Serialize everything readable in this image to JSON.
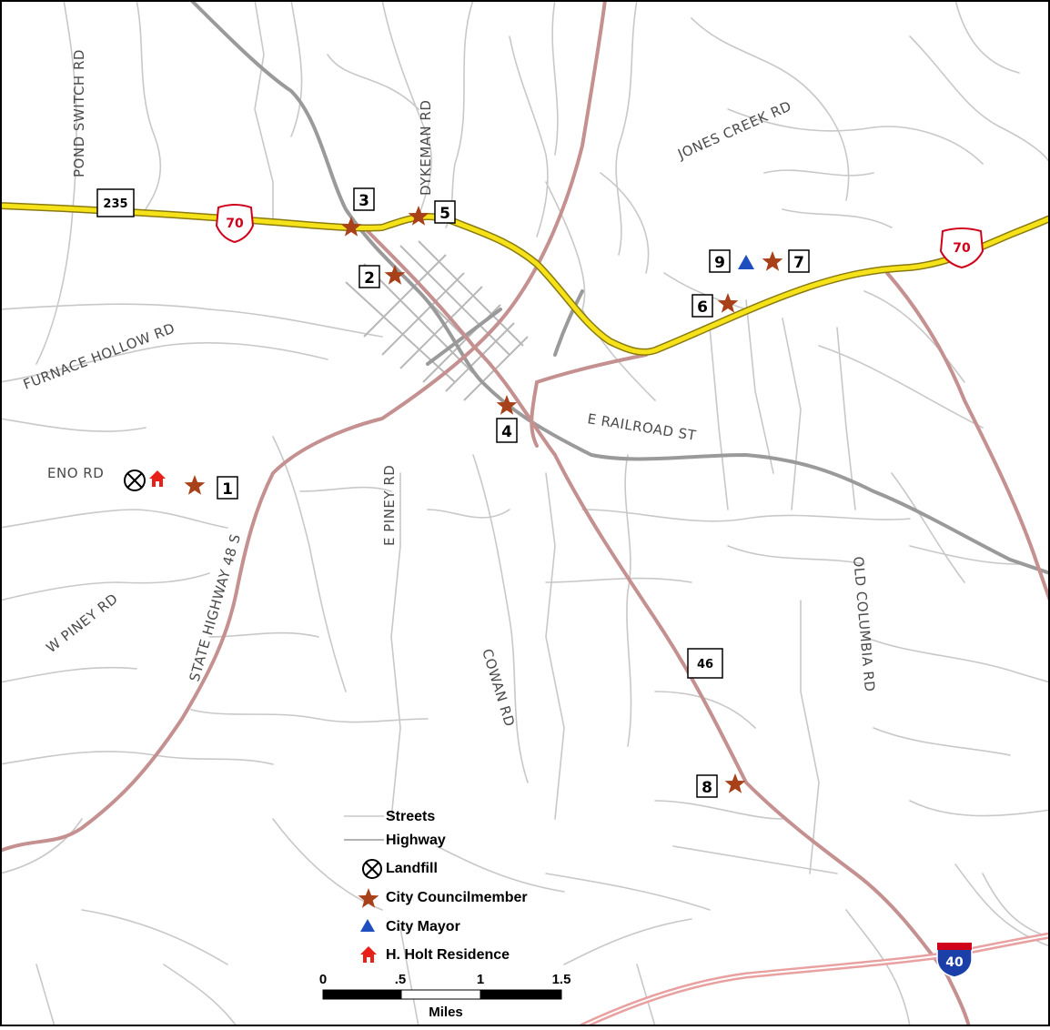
{
  "map": {
    "road_labels": {
      "pond_switch": "POND SWITCH RD",
      "dykeman": "DYKEMAN RD",
      "jones_creek": "JONES CREEK RD",
      "furnace_hollow": "FURNACE HOLLOW RD",
      "eno": "ENO RD",
      "e_railroad": "E RAILROAD ST",
      "e_piney": "E PINEY RD",
      "w_piney": "W PINEY RD",
      "state_hwy_48": "STATE HIGHWAY 48 S",
      "cowan": "COWAN RD",
      "old_columbia": "OLD COLUMBIA RD"
    },
    "shields": {
      "sr235": "235",
      "us70_west": "70",
      "us70_east": "70",
      "sr46": "46",
      "i40": "40"
    },
    "markers": [
      {
        "label": "1",
        "type": "City Councilmember"
      },
      {
        "label": "2",
        "type": "City Councilmember"
      },
      {
        "label": "3",
        "type": "City Councilmember"
      },
      {
        "label": "4",
        "type": "City Councilmember"
      },
      {
        "label": "5",
        "type": "City Councilmember"
      },
      {
        "label": "6",
        "type": "City Councilmember"
      },
      {
        "label": "7",
        "type": "City Councilmember"
      },
      {
        "label": "8",
        "type": "City Councilmember"
      },
      {
        "label": "9",
        "type": "City Mayor"
      }
    ],
    "colors": {
      "councilmember": "#a8401a",
      "mayor": "#1f4fbf",
      "residence": "#e8201a",
      "highway_main": "#f5e219",
      "state_route": "#c49090",
      "interstate": "#e8a0a0",
      "streets": "#c8c8c8",
      "railroad": "#9a9a9a"
    }
  },
  "legend": {
    "streets": "Streets",
    "highway": "Highway",
    "landfill": "Landfill",
    "councilmember": "City Councilmember",
    "mayor": "City Mayor",
    "residence": "H. Holt Residence"
  },
  "scale_bar": {
    "ticks": [
      "0",
      ".5",
      "1",
      "1.5"
    ],
    "unit": "Miles"
  }
}
